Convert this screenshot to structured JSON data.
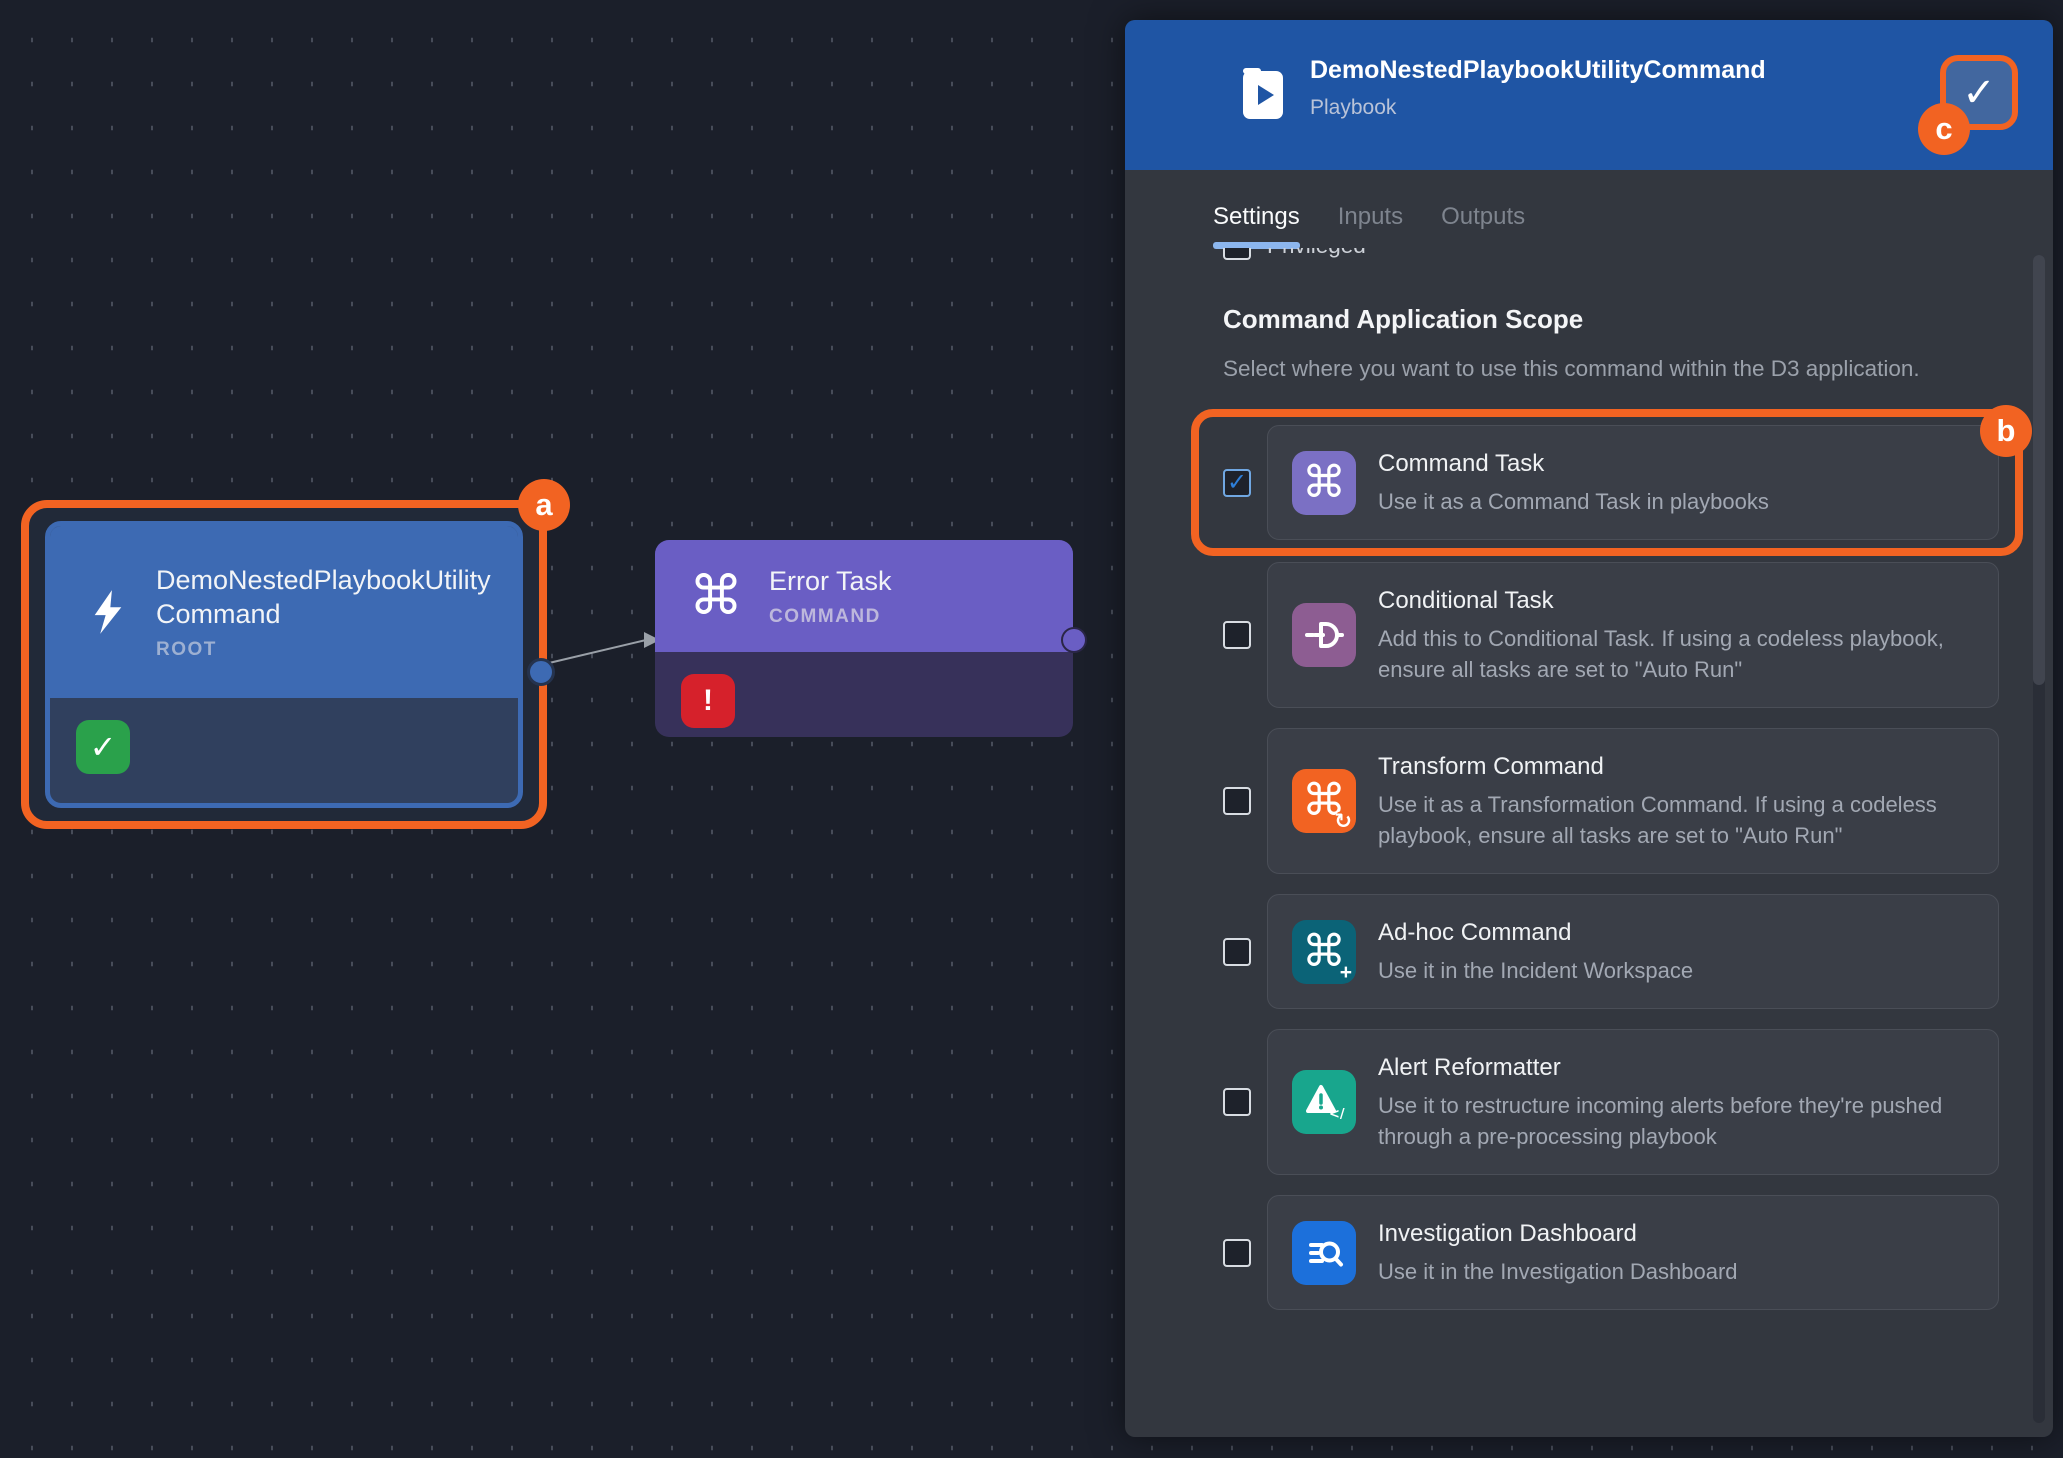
{
  "colors": {
    "accent_orange": "#F26322",
    "header_blue": "#1F55A4",
    "root_node_blue": "#3D6AB3",
    "error_node_purple": "#6A5EC4",
    "success_green": "#2AA14B",
    "error_red": "#D6212B",
    "tab_underline": "#8CB6EE",
    "checkbox_check": "#2E7FD9"
  },
  "canvas": {
    "nodes": {
      "root": {
        "title": "DemoNestedPlaybookUtilityCommand",
        "type_label": "ROOT",
        "status_icon": "check",
        "status_glyph": "✓"
      },
      "error": {
        "title": "Error Task",
        "type_label": "COMMAND",
        "status_icon": "exclamation",
        "status_glyph": "!",
        "icon_glyph": "⌘"
      }
    },
    "annotations": {
      "a": "a"
    }
  },
  "panel": {
    "header": {
      "title": "DemoNestedPlaybookUtilityCommand",
      "subtitle": "Playbook",
      "confirm_glyph": "✓"
    },
    "annotations": {
      "b": "b",
      "c": "c"
    },
    "tabs": [
      {
        "label": "Settings",
        "active": true
      },
      {
        "label": "Inputs",
        "active": false
      },
      {
        "label": "Outputs",
        "active": false
      }
    ],
    "privileged_label": "Privileged",
    "section": {
      "heading": "Command Application Scope",
      "description": "Select where you want to use this command within the D3 application."
    },
    "options": [
      {
        "title": "Command Task",
        "description": "Use it as a Command Task in playbooks",
        "checked": true,
        "highlighted": true,
        "icon": "command-icon",
        "icon_color": "#7B70C4",
        "glyph": "⌘"
      },
      {
        "title": "Conditional Task",
        "description": "Add this to Conditional Task. If using a codeless playbook, ensure all tasks are set to \"Auto Run\"",
        "checked": false,
        "icon": "conditional-branch-icon",
        "icon_color": "#8D5D92"
      },
      {
        "title": "Transform Command",
        "description": "Use it as a Transformation Command. If using a codeless playbook, ensure all tasks are set to \"Auto Run\"",
        "checked": false,
        "icon": "command-rotate-icon",
        "icon_color": "#F26322",
        "glyph": "⌘",
        "mini_glyph": "↻"
      },
      {
        "title": "Ad-hoc Command",
        "description": "Use it in the Incident Workspace",
        "checked": false,
        "icon": "command-plus-icon",
        "icon_color": "#0B6377",
        "glyph": "⌘",
        "mini_glyph": "+"
      },
      {
        "title": "Alert Reformatter",
        "description": "Use it to restructure incoming alerts before they're pushed through a pre-processing playbook",
        "checked": false,
        "icon": "alert-code-icon",
        "icon_color": "#18A68D"
      },
      {
        "title": "Investigation Dashboard",
        "description": "Use it in the Investigation Dashboard",
        "checked": false,
        "icon": "list-search-icon",
        "icon_color": "#1C70DB"
      }
    ]
  }
}
